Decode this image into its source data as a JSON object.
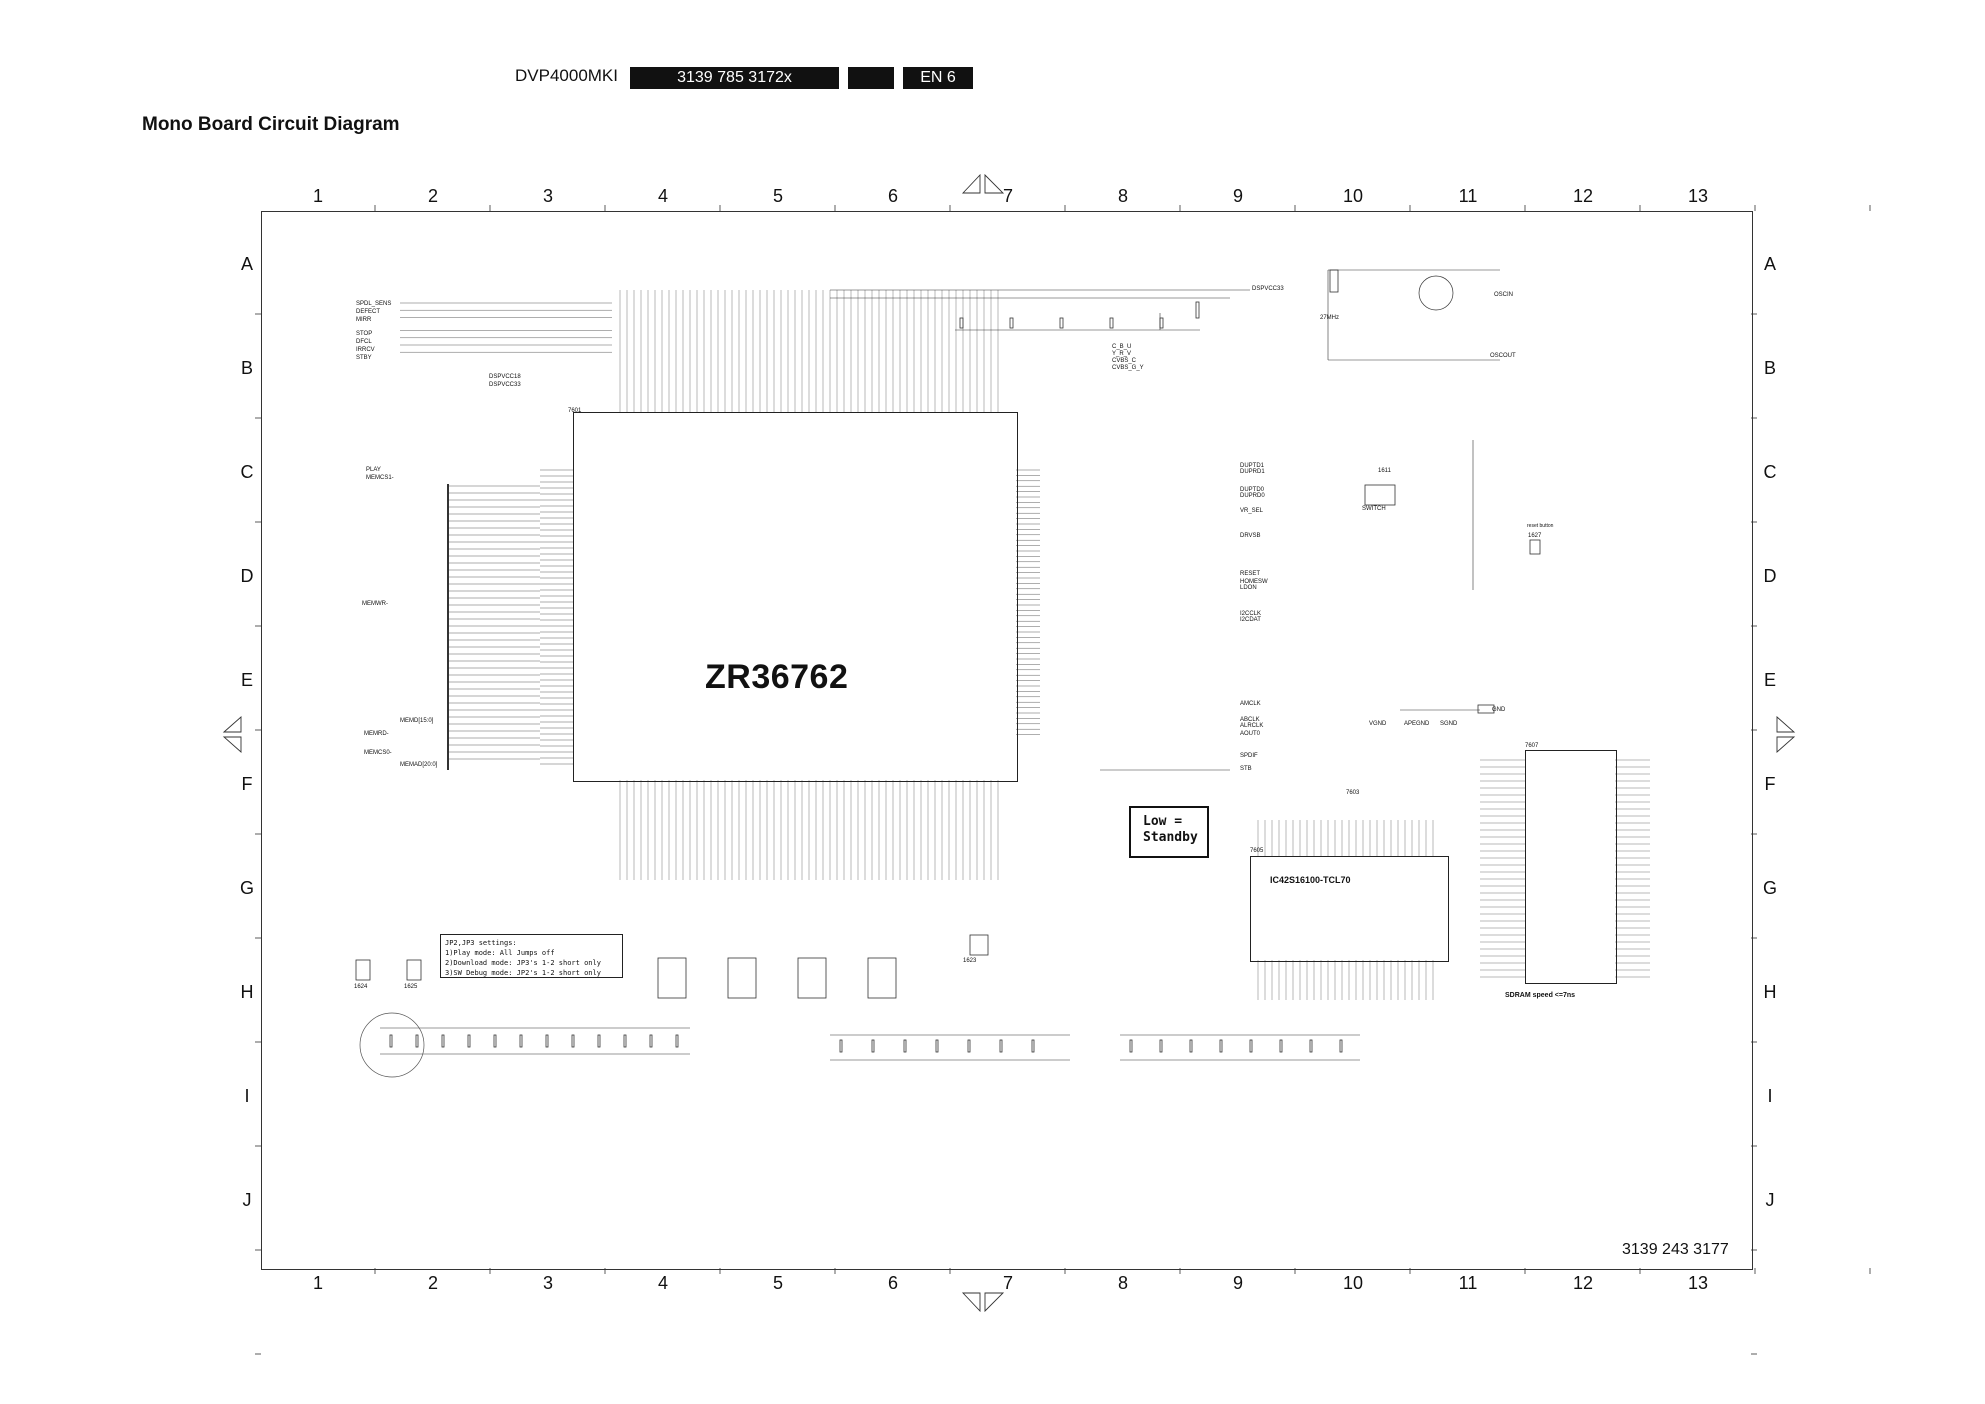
{
  "header": {
    "model": "DVP4000MKI",
    "part_number": "3139 785 3172x",
    "blank_box": "",
    "page_code": "EN 6"
  },
  "diagram": {
    "title": "Mono Board Circuit Diagram",
    "column_numbers": [
      "1",
      "2",
      "3",
      "4",
      "5",
      "6",
      "7",
      "8",
      "9",
      "10",
      "11",
      "12",
      "13"
    ],
    "row_letters": [
      "A",
      "B",
      "C",
      "D",
      "E",
      "F",
      "G",
      "H",
      "I",
      "J"
    ],
    "main_chip": "ZR36762",
    "standby_note": [
      "Low =",
      "Standby"
    ],
    "sdram_chip": "IC42S16100-TCL70",
    "sdram_speed": "SDRAM speed <=7ns",
    "jumper_notes": [
      "JP2,JP3 settings:",
      "1)Play mode: All Jumps off",
      "2)Download mode: JP3's 1-2 short only",
      "3)SW Debug mode: JP2's 1-2 short only"
    ],
    "document_number": "3139 243 3177",
    "labels": {
      "left_signals": [
        "SPDL_SENS",
        "DEFECT",
        "MIRR",
        "STOP",
        "DFCL",
        "IRRCV",
        "STBY"
      ],
      "power": [
        "DSPVCC18",
        "DSPVCC33"
      ],
      "play": "PLAY",
      "memcs": "MEMCS1-",
      "memwr": "MEMWR-",
      "memrd": "MEMRD-",
      "memcs0": "MEMCS0-",
      "memd": "MEMD[15:0]",
      "memad": "MEMAD[20:0]",
      "right_signals": [
        "DUPTD1",
        "DUPRD1",
        "DUPTD0",
        "DUPRD0",
        "VR_SEL",
        "DRVSB",
        "RESET",
        "HOMESW",
        "LDON",
        "I2CCLK",
        "I2CDAT",
        "AMCLK",
        "ABCLK",
        "ALRCLK",
        "AOUT0",
        "SPDIF",
        "STB"
      ],
      "top_signals": [
        "C_B_U",
        "Y_R_V",
        "CVBS_C",
        "CVBS_G_Y",
        "DSPVCC33"
      ],
      "osc": [
        "OSCIN",
        "OSCOUT",
        "27MHz"
      ],
      "switch": "SWITCH",
      "reset_button": "reset button",
      "gnd": [
        "VGND",
        "APEGND",
        "SGND",
        "GND"
      ],
      "part_refs": [
        "7601",
        "7603",
        "7605",
        "7607",
        "1624",
        "1625",
        "1623",
        "1627",
        "1611"
      ]
    }
  }
}
